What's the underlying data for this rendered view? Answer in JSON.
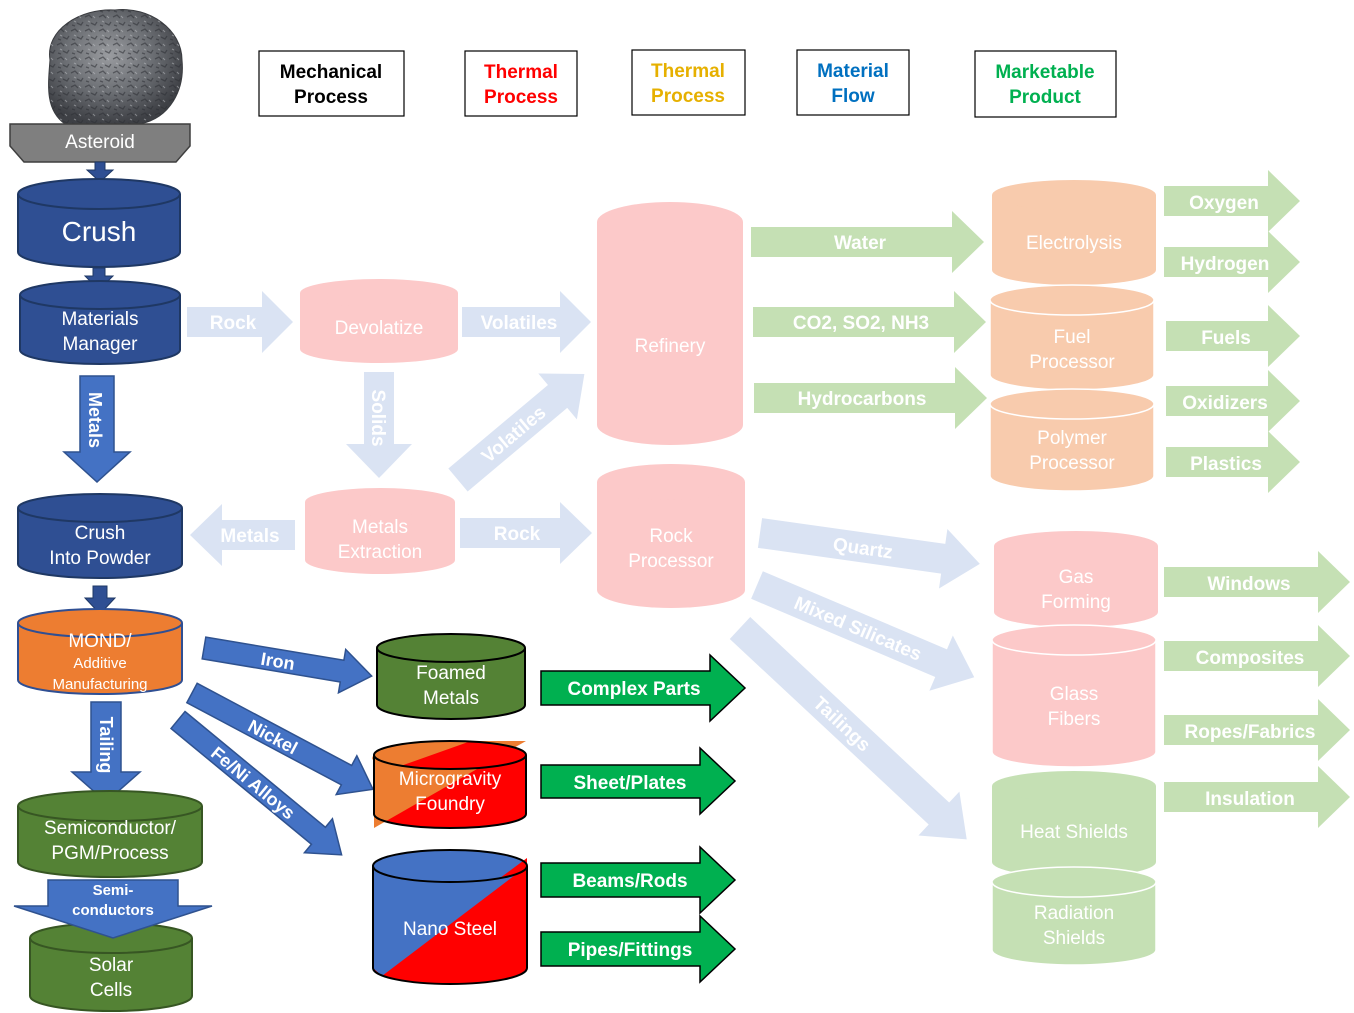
{
  "legend": {
    "mechanical": {
      "line1": "Mechanical",
      "line2": "Process"
    },
    "thermal_red": {
      "line1": "Thermal",
      "line2": "Process"
    },
    "thermal_orange": {
      "line1": "Thermal",
      "line2": "Process"
    },
    "material_flow": {
      "line1": "Material",
      "line2": "Flow"
    },
    "marketable": {
      "line1": "Marketable",
      "line2": "Product"
    }
  },
  "colors": {
    "mechanical_blue": "#2f4f93",
    "thermal_red": "#ff0000",
    "thermal_orange": "#ed7d31",
    "material_blue": "#4472c4",
    "marketable_green": "#00b050",
    "process_green": "#548235",
    "faded_red": "#fcc9c9",
    "faded_orange": "#f8cbad",
    "faded_green": "#c5e0b4",
    "faded_blue": "#dae3f3"
  },
  "source": {
    "label": "Asteroid"
  },
  "nodes": {
    "crush": "Crush",
    "materials_manager": {
      "line1": "Materials",
      "line2": "Manager"
    },
    "crush_powder": {
      "line1": "Crush",
      "line2": "Into Powder"
    },
    "mond": {
      "line1": "MOND/",
      "line2": "Additive",
      "line3": "Manufacturing"
    },
    "semiconductor": {
      "line1": "Semiconductor/",
      "line2": "PGM/Process"
    },
    "solar": {
      "line1": "Solar",
      "line2": "Cells"
    },
    "foamed": {
      "line1": "Foamed",
      "line2": "Metals"
    },
    "microgravity": {
      "line1": "Microgravity",
      "line2": "Foundry"
    },
    "nano_steel": "Nano Steel",
    "devolatize": "Devolatize",
    "metals_extraction": {
      "line1": "Metals",
      "line2": "Extraction"
    },
    "refinery": "Refinery",
    "rock_processor": {
      "line1": "Rock",
      "line2": "Processor"
    },
    "electrolysis": "Electrolysis",
    "fuel_processor": {
      "line1": "Fuel",
      "line2": "Processor"
    },
    "polymer_processor": {
      "line1": "Polymer",
      "line2": "Processor"
    },
    "gas_forming": {
      "line1": "Gas",
      "line2": "Forming"
    },
    "glass_fibers": {
      "line1": "Glass",
      "line2": "Fibers"
    },
    "heat_shields": "Heat Shields",
    "radiation_shields": {
      "line1": "Radiation",
      "line2": "Shields"
    }
  },
  "flows": {
    "metals_down": "Metals",
    "tailing": "Tailing",
    "semiconductors": {
      "line1": "Semi-",
      "line2": "conductors"
    },
    "iron": "Iron",
    "nickel": "Nickel",
    "feni": "Fe/Ni Alloys",
    "rock1": "Rock",
    "volatiles1": "Volatiles",
    "solids": "Solids",
    "volatiles2": "Volatiles",
    "metals_left": "Metals",
    "rock2": "Rock",
    "water": "Water",
    "gases": "CO2, SO2, NH3",
    "hydrocarbons": "Hydrocarbons",
    "quartz": "Quartz",
    "mixed_silicates": "Mixed Silicates",
    "tailings": "Tailings"
  },
  "products": {
    "complex_parts": "Complex Parts",
    "sheet_plates": "Sheet/Plates",
    "beams_rods": "Beams/Rods",
    "pipes_fittings": "Pipes/Fittings",
    "oxygen": "Oxygen",
    "hydrogen": "Hydrogen",
    "fuels": "Fuels",
    "oxidizers": "Oxidizers",
    "plastics": "Plastics",
    "windows": "Windows",
    "composites": "Composites",
    "ropes_fabrics": "Ropes/Fabrics",
    "insulation": "Insulation"
  }
}
